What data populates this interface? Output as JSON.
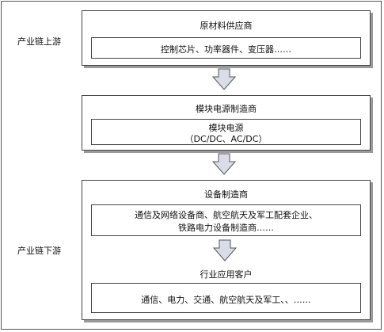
{
  "side_labels": {
    "upstream": "产业链上游",
    "downstream": "产业链下游"
  },
  "block1": {
    "title": "原材料供应商",
    "inner": "控制芯片、功率器件、变压器……"
  },
  "block2": {
    "title": "模块电源制造商",
    "inner_line1": "模块电源",
    "inner_line2": "（DC/DC、AC/DC）"
  },
  "block3": {
    "title": "设备制造商",
    "inner_line1": "通信及网络设备商、航空航天及军工配套企业、",
    "inner_line2": "铁路电力设备制造商……",
    "sub_title": "行业应用客户",
    "sub_inner": "通信、电力、交通、航空航天及军工、、……"
  }
}
